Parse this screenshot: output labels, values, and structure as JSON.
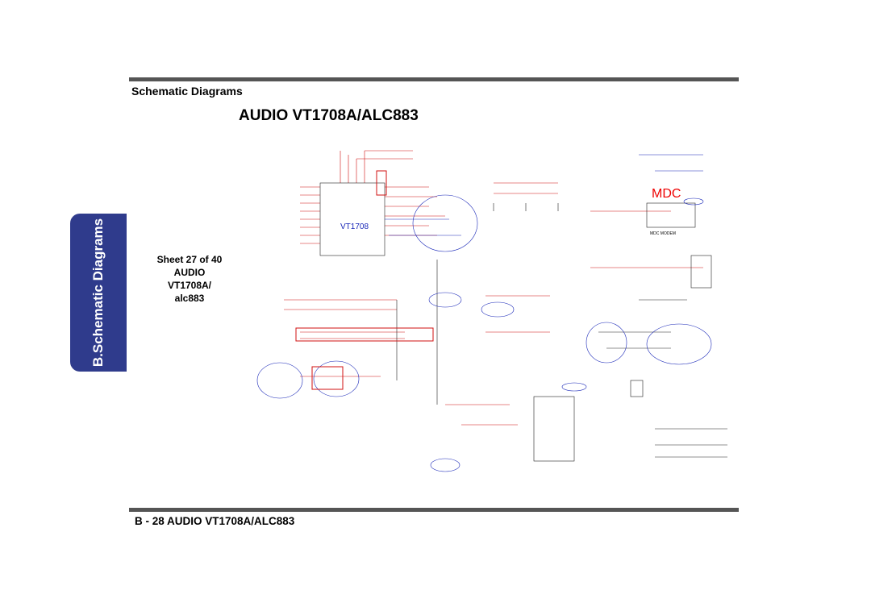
{
  "header": {
    "section_label": "Schematic  Diagrams",
    "title": "AUDIO VT1708A/ALC883"
  },
  "side_tab": {
    "label": "B.Schematic Diagrams"
  },
  "sheet_info": {
    "line1": "Sheet 27 of 40",
    "line2": "AUDIO VT1708A/",
    "line3": "alc883"
  },
  "schematic": {
    "mdc_label": "MDC",
    "chip_label": "VT1708",
    "mdc_module_label": "MDC MODEM",
    "colors": {
      "wire_red": "#d01010",
      "wire_blue": "#1a28b8",
      "wire_black": "#222222",
      "mdc": "#e00000"
    }
  },
  "footer": {
    "text": "B - 28  AUDIO VT1708A/ALC883"
  }
}
